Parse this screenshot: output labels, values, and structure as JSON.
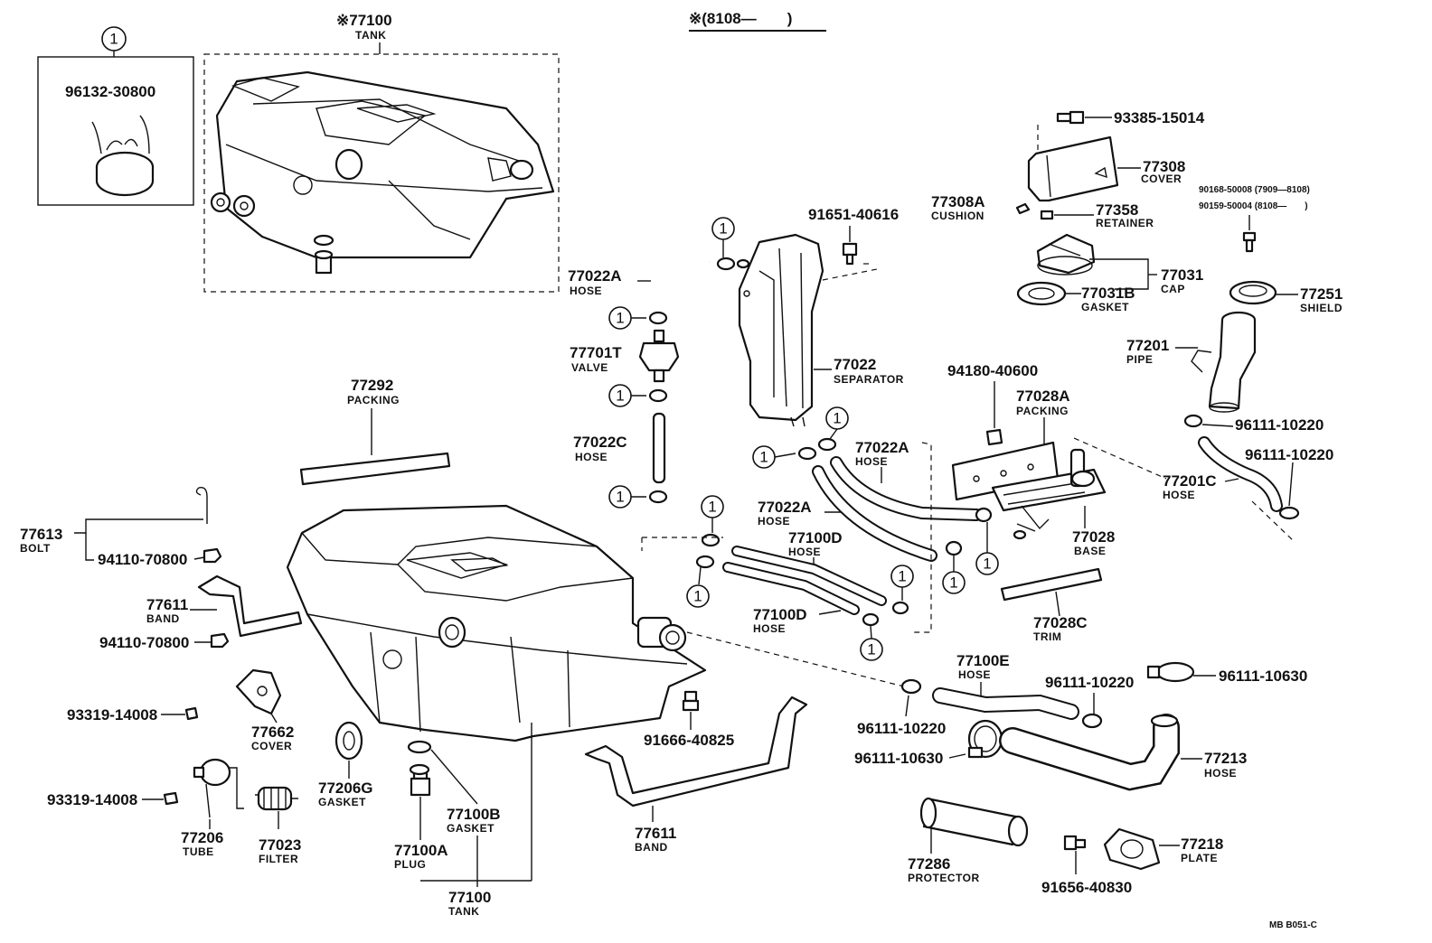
{
  "header": {
    "range_note": "※(8108—　　)"
  },
  "footer": {
    "code": "MB  B051-C"
  },
  "ref_marker": "1",
  "parts": {
    "tank_top": {
      "num": "※77100",
      "name": "TANK"
    },
    "clip_96132": {
      "num": "96132-30800"
    },
    "sep_clip": {
      "num": "91651-40616"
    },
    "hose_77022a_1": {
      "num": "77022A",
      "name": "HOSE"
    },
    "valve": {
      "num": "77701T",
      "name": "VALVE"
    },
    "hose_77022c": {
      "num": "77022C",
      "name": "HOSE"
    },
    "separator": {
      "num": "77022",
      "name": "SEPARATOR"
    },
    "packing_77292": {
      "num": "77292",
      "name": "PACKING"
    },
    "bolt": {
      "num": "77613",
      "name": "BOLT"
    },
    "nut_upper": {
      "num": "94110-70800"
    },
    "band_left": {
      "num": "77611",
      "name": "BAND"
    },
    "nut_lower": {
      "num": "94110-70800"
    },
    "screw_1": {
      "num": "93319-14008"
    },
    "cover_77662": {
      "num": "77662",
      "name": "COVER"
    },
    "screw_2": {
      "num": "93319-14008"
    },
    "tube": {
      "num": "77206",
      "name": "TUBE"
    },
    "filter": {
      "num": "77023",
      "name": "FILTER"
    },
    "gasket_77206g": {
      "num": "77206G",
      "name": "GASKET"
    },
    "plug": {
      "num": "77100A",
      "name": "PLUG"
    },
    "gasket_77100b": {
      "num": "77100B",
      "name": "GASKET"
    },
    "tank_bottom": {
      "num": "77100",
      "name": "TANK"
    },
    "drain_91666": {
      "num": "91666-40825"
    },
    "band_right": {
      "num": "77611",
      "name": "BAND"
    },
    "hose_77022a_2": {
      "num": "77022A",
      "name": "HOSE"
    },
    "hose_77022a_3": {
      "num": "77022A",
      "name": "HOSE"
    },
    "hose_77100d_1": {
      "num": "77100D",
      "name": "HOSE"
    },
    "hose_77100d_2": {
      "num": "77100D",
      "name": "HOSE"
    },
    "bolt_94180": {
      "num": "94180-40600"
    },
    "packing_77028a": {
      "num": "77028A",
      "name": "PACKING"
    },
    "base": {
      "num": "77028",
      "name": "BASE"
    },
    "trim": {
      "num": "77028C",
      "name": "TRIM"
    },
    "hose_77100e": {
      "num": "77100E",
      "name": "HOSE"
    },
    "clamp_a": {
      "num": "96111-10220"
    },
    "clamp_b": {
      "num": "96111-10220"
    },
    "clamp_c": {
      "num": "96111-10630"
    },
    "clamp_d": {
      "num": "96111-10630"
    },
    "hose_77213": {
      "num": "77213",
      "name": "HOSE"
    },
    "protector": {
      "num": "77286",
      "name": "PROTECTOR"
    },
    "screw_91656": {
      "num": "91656-40830"
    },
    "plate": {
      "num": "77218",
      "name": "PLATE"
    },
    "bolt_93385": {
      "num": "93385-15014"
    },
    "cover_77308": {
      "num": "77308",
      "name": "COVER"
    },
    "cushion": {
      "num": "77308A",
      "name": "CUSHION"
    },
    "retainer": {
      "num": "77358",
      "name": "RETAINER"
    },
    "screw_90168": {
      "num": "90168-50008 (7909—8108)"
    },
    "screw_90159": {
      "num": "90159-50004 (8108—　　)"
    },
    "cap": {
      "num": "77031",
      "name": "CAP"
    },
    "gasket_77031b": {
      "num": "77031B",
      "name": "GASKET"
    },
    "shield": {
      "num": "77251",
      "name": "SHIELD"
    },
    "pipe": {
      "num": "77201",
      "name": "PIPE"
    },
    "clamp_e": {
      "num": "96111-10220"
    },
    "clamp_f": {
      "num": "96111-10220"
    },
    "hose_77201c": {
      "num": "77201C",
      "name": "HOSE"
    }
  }
}
